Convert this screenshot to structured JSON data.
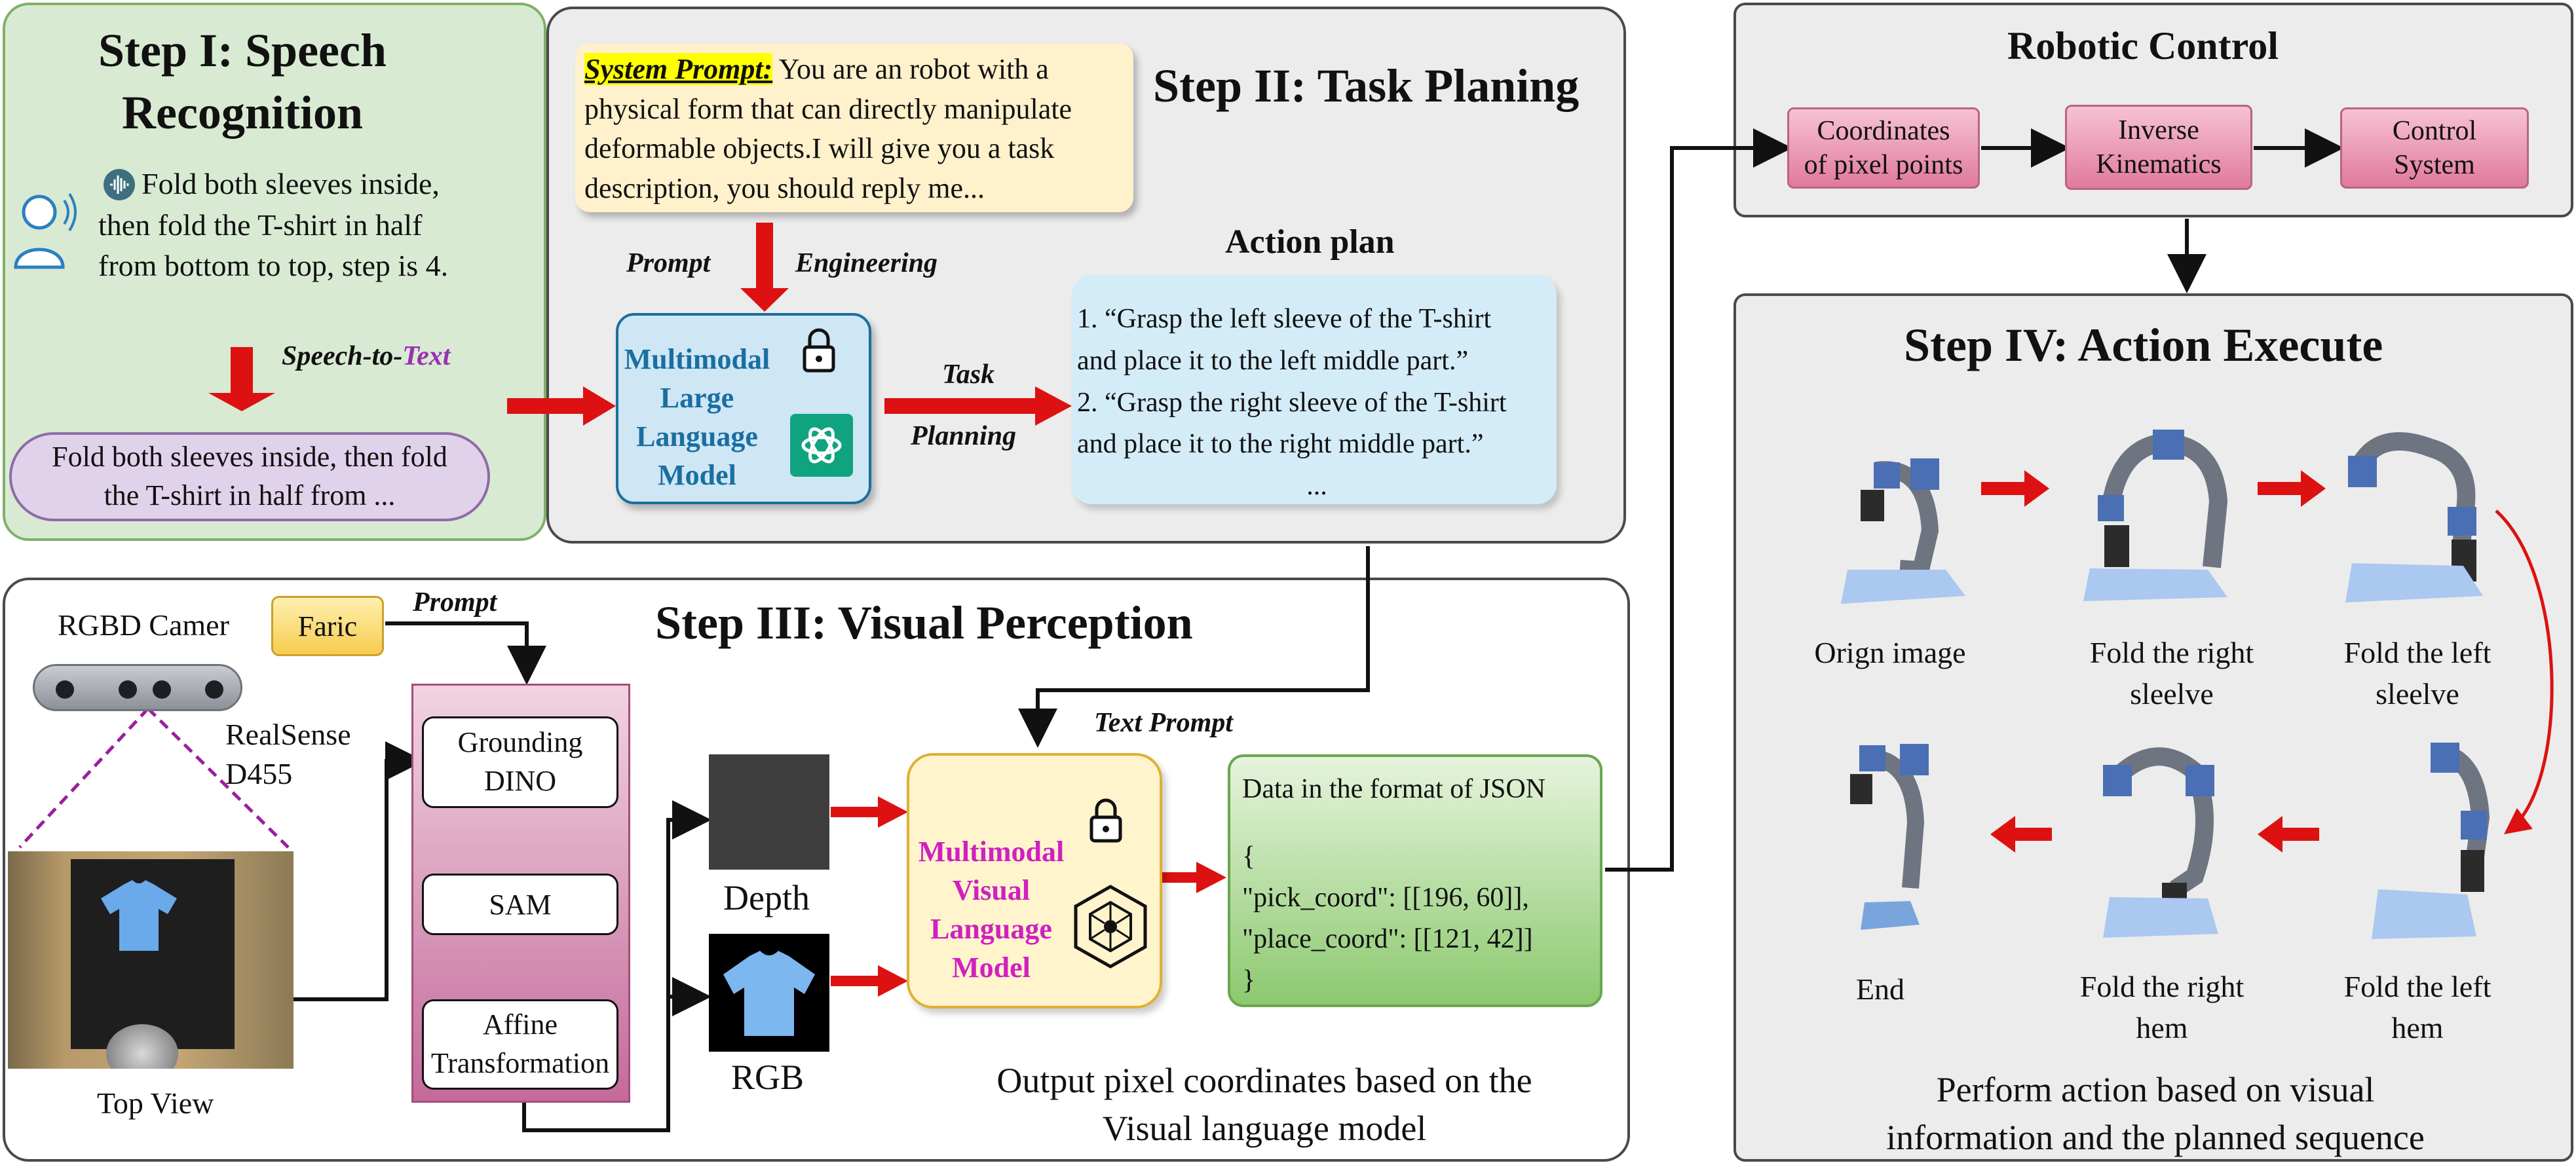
{
  "step1": {
    "title_line1": "Step I: Speech",
    "title_line2": "Recognition",
    "speech_lines": [
      "Fold both sleeves inside,",
      "then fold the T-shirt in half",
      "from bottom to top, step is 4."
    ],
    "arrow_label_a": "Speech-to-",
    "arrow_label_b": "Text",
    "output_line1": "Fold both sleeves inside, then fold",
    "output_line2": "the T-shirt in half from ..."
  },
  "step2": {
    "title": "Step II: Task Planing",
    "system_prompt_label": "System Prompt:",
    "system_prompt_lines": [
      "You are an robot with a",
      "physical form that can directly manipulate",
      "deformable objects.I will give you a task",
      "description, you should reply me..."
    ],
    "prompt_label": "Prompt",
    "engineering_label": "Engineering",
    "mllm_lines": [
      "Multimodal",
      "Large",
      "Language",
      "Model"
    ],
    "task_label": "Task",
    "planning_label": "Planning",
    "action_plan_title": "Action plan",
    "plan_lines": [
      "1. “Grasp the left sleeve of the T-shirt",
      "and place it to the left middle part.”",
      "2. “Grasp the right sleeve of the T-shirt",
      "and place it to the right middle part.”",
      "..."
    ]
  },
  "robotic_control": {
    "title": "Robotic Control",
    "boxes": [
      {
        "line1": "Coordinates",
        "line2": "of pixel points"
      },
      {
        "line1": "Inverse",
        "line2": "Kinematics"
      },
      {
        "line1": "Control",
        "line2": "System"
      }
    ]
  },
  "step3": {
    "title": "Step III: Visual Perception",
    "camera_label": "RGBD Camer",
    "faric_label": "Faric",
    "prompt_label": "Prompt",
    "realsense_line1": "RealSense",
    "realsense_line2": "D455",
    "pipeline": [
      {
        "line1": "Grounding",
        "line2": "DINO"
      },
      {
        "line1": "SAM",
        "line2": ""
      },
      {
        "line1": "Affine",
        "line2": "Transformation"
      }
    ],
    "top_view_label": "Top View",
    "depth_label": "Depth",
    "rgb_label": "RGB",
    "text_prompt_label": "Text Prompt",
    "mvlm_lines": [
      "Multimodal",
      "Visual",
      "Language",
      "Model"
    ],
    "json_title": "Data in the format of JSON",
    "json_lines": [
      "{",
      "\"pick_coord\": [[196, 60]],",
      "\"place_coord\": [[121, 42]]",
      "}"
    ],
    "output_line1": "Output pixel coordinates based on the",
    "output_line2": "Visual language model"
  },
  "step4": {
    "title": "Step IV: Action Execute",
    "captions": [
      {
        "line1": "Orign image",
        "line2": ""
      },
      {
        "line1": "Fold the right",
        "line2": "sleelve"
      },
      {
        "line1": "Fold the left",
        "line2": "sleelve"
      },
      {
        "line1": "End",
        "line2": ""
      },
      {
        "line1": "Fold the right",
        "line2": "hem"
      },
      {
        "line1": "Fold the left",
        "line2": "hem"
      }
    ],
    "footer_line1": "Perform action based on visual",
    "footer_line2": "information and the planned sequence"
  },
  "colors": {
    "step1_bg": "#d9ead3",
    "panel_gray": "#ececec",
    "mllm_blue": "#1a6fa0",
    "mvlm_magenta": "#d020c0",
    "arrow_red": "#dd1111",
    "speech_purple": "#9b30b0"
  },
  "icons": [
    "user-speaking-icon",
    "sound-wave-icon",
    "lock-icon",
    "chatgpt-logo-icon",
    "neural-chip-icon",
    "realsense-camera-icon",
    "robot-arm-icon"
  ]
}
